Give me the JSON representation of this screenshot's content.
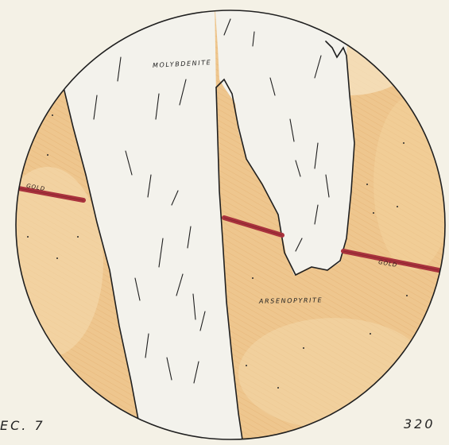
{
  "labels": {
    "molybdenite": "MOLYBDENITE",
    "arsenopyrite": "ARSENOPYRITE",
    "gold_left": "GOLD",
    "gold_right": "GOLD",
    "specimen": "EC. 7",
    "magnification": "320"
  },
  "colors": {
    "paper": "#f4f1e6",
    "arsenopyrite_fill": "#eec68e",
    "molybdenite_fill": "#f3f2ec",
    "gold_vein": "#a9323d",
    "ink": "#1f1f1f"
  },
  "icons": [
    "microscope-field-outline"
  ]
}
